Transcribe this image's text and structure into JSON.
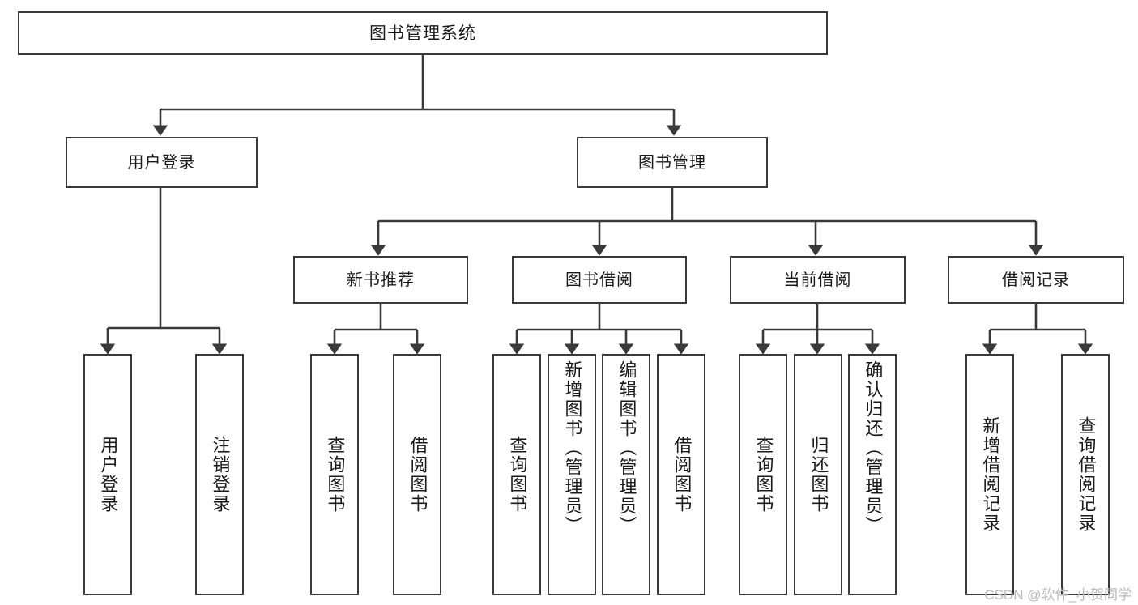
{
  "diagram": {
    "type": "tree",
    "title": "图书管理系统",
    "root": {
      "label": "图书管理系统"
    },
    "level2": [
      {
        "label": "用户登录"
      },
      {
        "label": "图书管理"
      }
    ],
    "level3": [
      {
        "label": "新书推荐"
      },
      {
        "label": "图书借阅"
      },
      {
        "label": "当前借阅"
      },
      {
        "label": "借阅记录"
      }
    ],
    "leaves": {
      "user_login": [
        {
          "label": "用户登录"
        },
        {
          "label": "注销登录"
        }
      ],
      "new_book_recommend": [
        {
          "label": "查询图书"
        },
        {
          "label": "借阅图书"
        }
      ],
      "book_borrow": [
        {
          "label": "查询图书"
        },
        {
          "label": "新增图书（管理员）"
        },
        {
          "label": "编辑图书（管理员）"
        },
        {
          "label": "借阅图书"
        }
      ],
      "current_borrow": [
        {
          "label": "查询图书"
        },
        {
          "label": "归还图书"
        },
        {
          "label": "确认归还（管理员）"
        }
      ],
      "borrow_record": [
        {
          "label": "新增借阅记录"
        },
        {
          "label": "查询借阅记录"
        }
      ]
    }
  },
  "watermark": {
    "text": "CSDN @软件_小贺同学"
  },
  "colors": {
    "stroke": "#3a3a3a",
    "fill": "#ffffff",
    "text": "#1a1a1a",
    "watermark": "#b9b9b9"
  }
}
